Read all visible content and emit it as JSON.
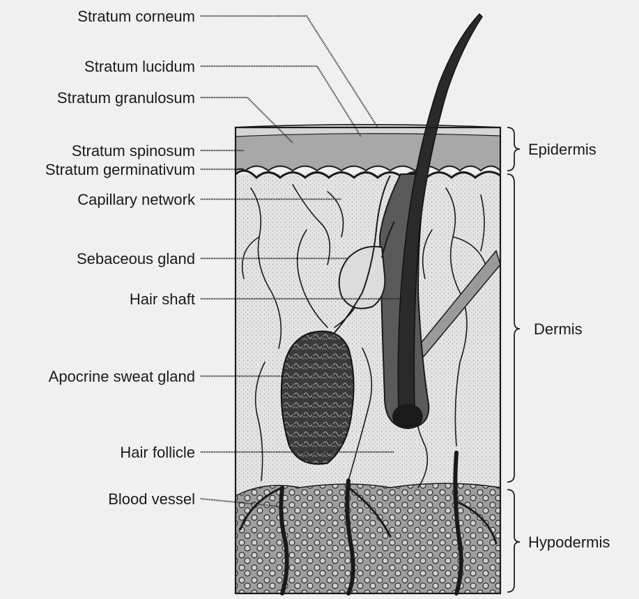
{
  "labels": {
    "stratum_corneum": "Stratum corneum",
    "stratum_lucidum": "Stratum lucidum",
    "stratum_granulosum": "Stratum granulosum",
    "stratum_spinosum": "Stratum spinosum",
    "stratum_germinativum": "Stratum germinativum",
    "capillary_network": "Capillary network",
    "sebaceous_gland": "Sebaceous gland",
    "hair_shaft": "Hair shaft",
    "apocrine_sweat_gland": "Apocrine sweat gland",
    "hair_follicle": "Hair follicle",
    "blood_vessel": "Blood vessel"
  },
  "regions": {
    "epidermis": "Epidermis",
    "dermis": "Dermis",
    "hypodermis": "Hypodermis"
  },
  "colors": {
    "background": "#f0f0f0",
    "ink": "#1a1a1a",
    "dermis_fill": "#e6e6e6",
    "epidermis_fill": "#a8a8a8",
    "hypodermis_fill": "#b8b8b8"
  }
}
